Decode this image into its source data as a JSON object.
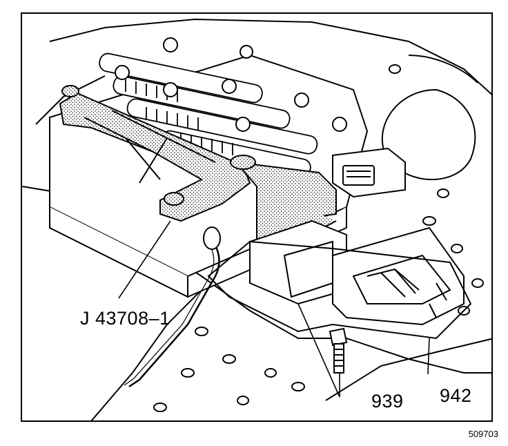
{
  "callouts": {
    "tool": "J 43708–1",
    "bolt": "939",
    "gasket": "942"
  },
  "figure_id": "509703"
}
